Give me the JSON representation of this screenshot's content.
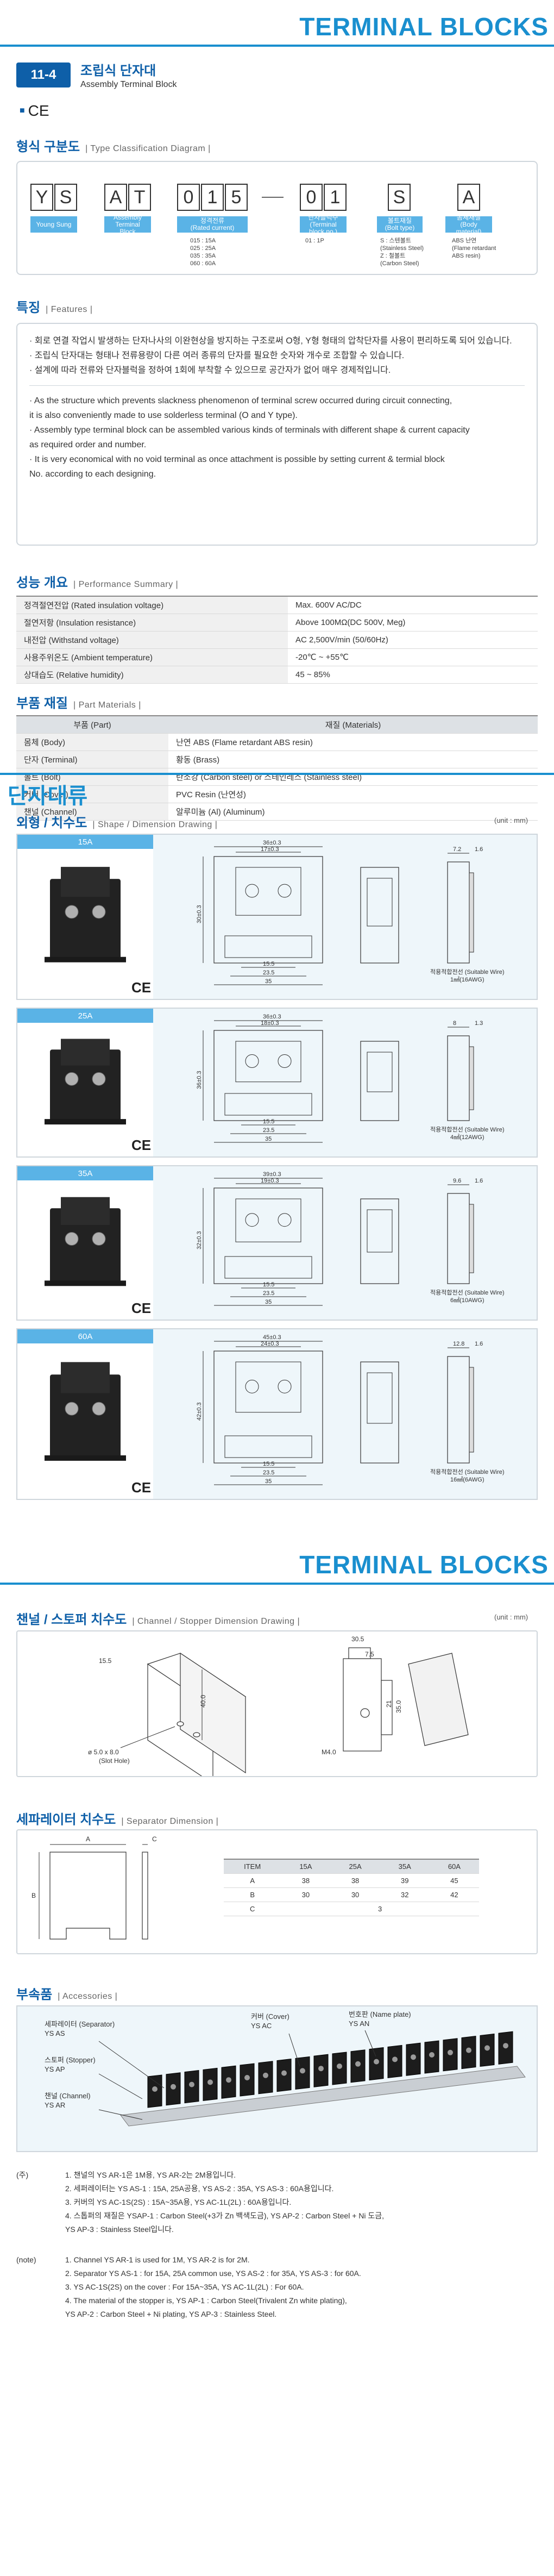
{
  "brand": {
    "title": "TERMINAL BLOCKS"
  },
  "category": {
    "code": "11-4",
    "title_ko": "조립식 단자대",
    "title_en": "Assembly Terminal Block"
  },
  "marks": {
    "square": "■",
    "ce": "CE"
  },
  "type_classification": {
    "head_ko": "형식 구분도",
    "head_en": "| Type Classification Diagram |",
    "letters": [
      "Y",
      "S",
      "A",
      "T",
      "0",
      "1",
      "5",
      "0",
      "1",
      "S",
      "A"
    ],
    "labels": {
      "ys": "Young Sung",
      "at": "Assembly Terminal Block",
      "rated": "정격전류\n(Rated current)",
      "count": "단자블럭수\n(Terminal block no.)",
      "bolt": "볼트재질\n(Bolt type)",
      "body": "몸체재질\n(Body material)"
    },
    "notes": {
      "rated": "015 : 15A\n025 : 25A\n035 : 35A\n060 : 60A",
      "count": "01 : 1P",
      "bolt": "S : 스텐볼트\n(Stainless Steel)\nZ : 철볼트\n(Carbon Steel)",
      "body": "ABS 난연\n(Flame retardant\nABS resin)"
    }
  },
  "features": {
    "head_ko": "특징",
    "head_en": "| Features |",
    "items_ko": [
      "· 회로 연결 작업시 발생하는 단자나사의 이완현상을 방지하는 구조로써 O형, Y형 형태의 압착단자를 사용이 편리하도록 되어 있습니다.",
      "· 조립식 단자대는 형태나 전류용량이 다른 여러 종류의 단자를 필요한 숫자와 개수로 조합할 수 있습니다.",
      "· 설계에 따라 전류와 단자블럭을 정하여 1회에 부착할 수 있으므로 공간자가 없어 매우 경제적입니다."
    ],
    "items_en": [
      "· As the structure which prevents slackness phenomenon of terminal screw occurred during circuit connecting,\n  it is also conveniently made to use solderless terminal (O and Y type).",
      "· Assembly type terminal block can be assembled various kinds of terminals with different shape & current capacity\n  as required order and number.",
      "· It is very economical with no void terminal as once attachment is possible by setting current & termial block\n  No. according to each designing."
    ]
  },
  "performance": {
    "head_ko": "성능 개요",
    "head_en": "| Performance Summary |",
    "rows": [
      [
        "정격절연전압 (Rated insulation voltage)",
        "Max. 600V AC/DC"
      ],
      [
        "절연저항 (Insulation resistance)",
        "Above 100MΩ(DC 500V, Meg)"
      ],
      [
        "내전압 (Withstand voltage)",
        "AC 2,500V/min (50/60Hz)"
      ],
      [
        "사용주위온도 (Ambient temperature)",
        "-20℃ ~ +55℃"
      ],
      [
        "상대습도 (Relative humidity)",
        "45 ~ 85%"
      ]
    ]
  },
  "materials": {
    "head_ko": "부품 재질",
    "head_en": "| Part Materials |",
    "col_part": "부품 (Part)",
    "col_mat": "재질 (Materials)",
    "rows": [
      [
        "몸체 (Body)",
        "난연 ABS (Flame retardant ABS resin)"
      ],
      [
        "단자 (Terminal)",
        "황동 (Brass)"
      ],
      [
        "볼트 (Bolt)",
        "탄소강 (Carbon steel) or 스테인레스 (Stainless steel)"
      ],
      [
        "커버 (Cover)",
        "PVC Resin (난연성)"
      ],
      [
        "챈널 (Channel)",
        "알루미늄 (Al) (Aluminum)"
      ]
    ]
  },
  "section_title": "단자대류",
  "shape": {
    "head_ko": "외형 / 치수도",
    "head_en": "| Shape / Dimension Drawing |",
    "unit": "(unit : mm)",
    "panels": [
      {
        "rating": "15A",
        "wire_1": "적용적합전선 (Suitable Wire)",
        "wire_2": "1㎟(16AWG)",
        "dims": {
          "w": "36",
          "w2": "17",
          "b1": "15.5",
          "b2": "23.5",
          "b3": "35",
          "h": "30",
          "s": "7.2",
          "t": "1.6"
        }
      },
      {
        "rating": "25A",
        "wire_1": "적용적합전선 (Suitable Wire)",
        "wire_2": "4㎟(12AWG)",
        "dims": {
          "w": "36",
          "w2": "18",
          "b1": "15.5",
          "b2": "23.5",
          "b3": "35",
          "h": "36",
          "s": "8",
          "t": "1.3"
        }
      },
      {
        "rating": "35A",
        "wire_1": "적용적합전선 (Suitable Wire)",
        "wire_2": "6㎟(10AWG)",
        "dims": {
          "w": "39",
          "w2": "19",
          "b1": "15.5",
          "b2": "23.5",
          "b3": "35",
          "h": "32",
          "s": "9.6",
          "t": "1.6"
        }
      },
      {
        "rating": "60A",
        "wire_1": "적용적합전선 (Suitable Wire)",
        "wire_2": "16㎟(6AWG)",
        "dims": {
          "w": "45",
          "w2": "24",
          "b1": "15.5",
          "b2": "23.5",
          "b3": "35",
          "h": "42",
          "s": "12.8",
          "t": "1.6"
        }
      }
    ]
  },
  "channel": {
    "head_ko": "챈널 / 스토퍼 치수도",
    "head_en": "| Channel / Stopper Dimension Drawing |",
    "unit": "(unit : mm)",
    "dims": {
      "a": "15.5",
      "b": "40.0",
      "slot": "ø 5.0 x 8.0",
      "slot_cap": "(Slot Hole)",
      "c": "30.5",
      "d": "7.5",
      "e": "21",
      "f": "35.0",
      "g": "M4.0"
    }
  },
  "separator": {
    "head_ko": "세파레이터 치수도",
    "head_en": "| Separator Dimension |",
    "labels": {
      "a": "A",
      "b": "B",
      "c": "C"
    },
    "header": [
      "ITEM",
      "15A",
      "25A",
      "35A",
      "60A"
    ],
    "rows": [
      [
        "A",
        "38",
        "38",
        "39",
        "45"
      ],
      [
        "B",
        "30",
        "30",
        "32",
        "42"
      ],
      [
        "C",
        "3"
      ]
    ]
  },
  "accessories": {
    "head_ko": "부속품",
    "head_en": "| Accessories |",
    "labels": {
      "sep": "세파레이터 (Separator)",
      "sep_code": "YS AS",
      "stop": "스토퍼 (Stopper)",
      "stop_code": "YS AP",
      "chan": "챈널 (Channel)",
      "chan_code": "YS AR",
      "cover": "커버 (Cover)",
      "cover_code": "YS AC",
      "plate": "번호판 (Name plate)",
      "plate_code": "YS AN"
    }
  },
  "notes": {
    "tag_ko": "(주)",
    "tag_en": "(note)",
    "items_ko": [
      "1. 챈널의 YS AR-1은 1M용,  YS AR-2는 2M용입니다.",
      "2. 세퍼레이터는 YS AS-1 : 15A, 25A공용, YS AS-2 : 35A, YS AS-3 : 60A용입니다.",
      "3. 커버의 YS AC-1S(2S) : 15A~35A용, YS AC-1L(2L) : 60A용입니다.",
      "4. 스톱퍼의 재질은 YSAP-1 : Carbon Steel(+3가 Zn 백색도금), YS AP-2 : Carbon Steel + Ni 도금,\n    YS AP-3 : Stainless Steel입니다."
    ],
    "items_en": [
      "1. Channel YS AR-1 is used for 1M, YS AR-2 is for 2M.",
      "2. Separator YS AS-1 : for 15A, 25A common use, YS AS-2 : for 35A, YS AS-3 : for 60A.",
      "3. YS AC-1S(2S) on the cover : For 15A~35A, YS AC-1L(2L) : For 60A.",
      "4. The material of the stopper is, YS AP-1 : Carbon Steel(Trivalent Zn white plating),\n    YS AP-2 : Carbon Steel + Ni plating, YS AP-3 : Stainless Steel."
    ]
  }
}
